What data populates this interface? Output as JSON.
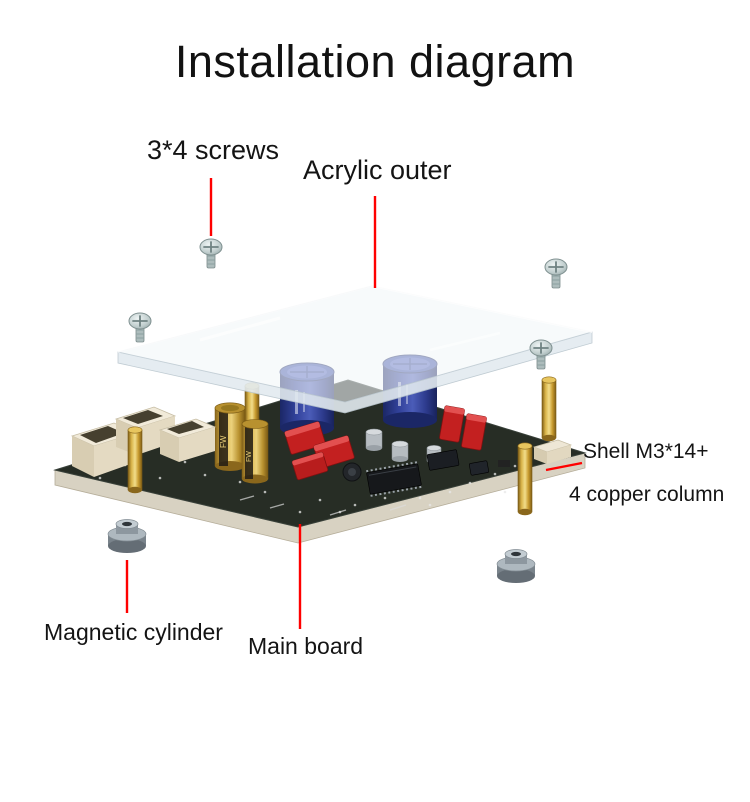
{
  "title": "Installation diagram",
  "labels": {
    "screws": "3*4 screws",
    "acrylic": "Acrylic outer",
    "shell_line1": "Shell M3*14+",
    "shell_line2": "4 copper column",
    "magnetic": "Magnetic cylinder",
    "main_board": "Main board"
  },
  "component_markings": {
    "gold_capacitor": "FW"
  },
  "colors": {
    "leader_line": "#ff0000",
    "acrylic_panel": "#f3f7fa",
    "pcb_surface": "#272d25",
    "copper_column": "#c9a23e",
    "blue_capacitor": "#32429b",
    "red_component": "#c32020",
    "connector_cream": "#f1ead9",
    "screw_silver": "#c2cfcf",
    "magnet_gray": "#aeb8bf"
  }
}
